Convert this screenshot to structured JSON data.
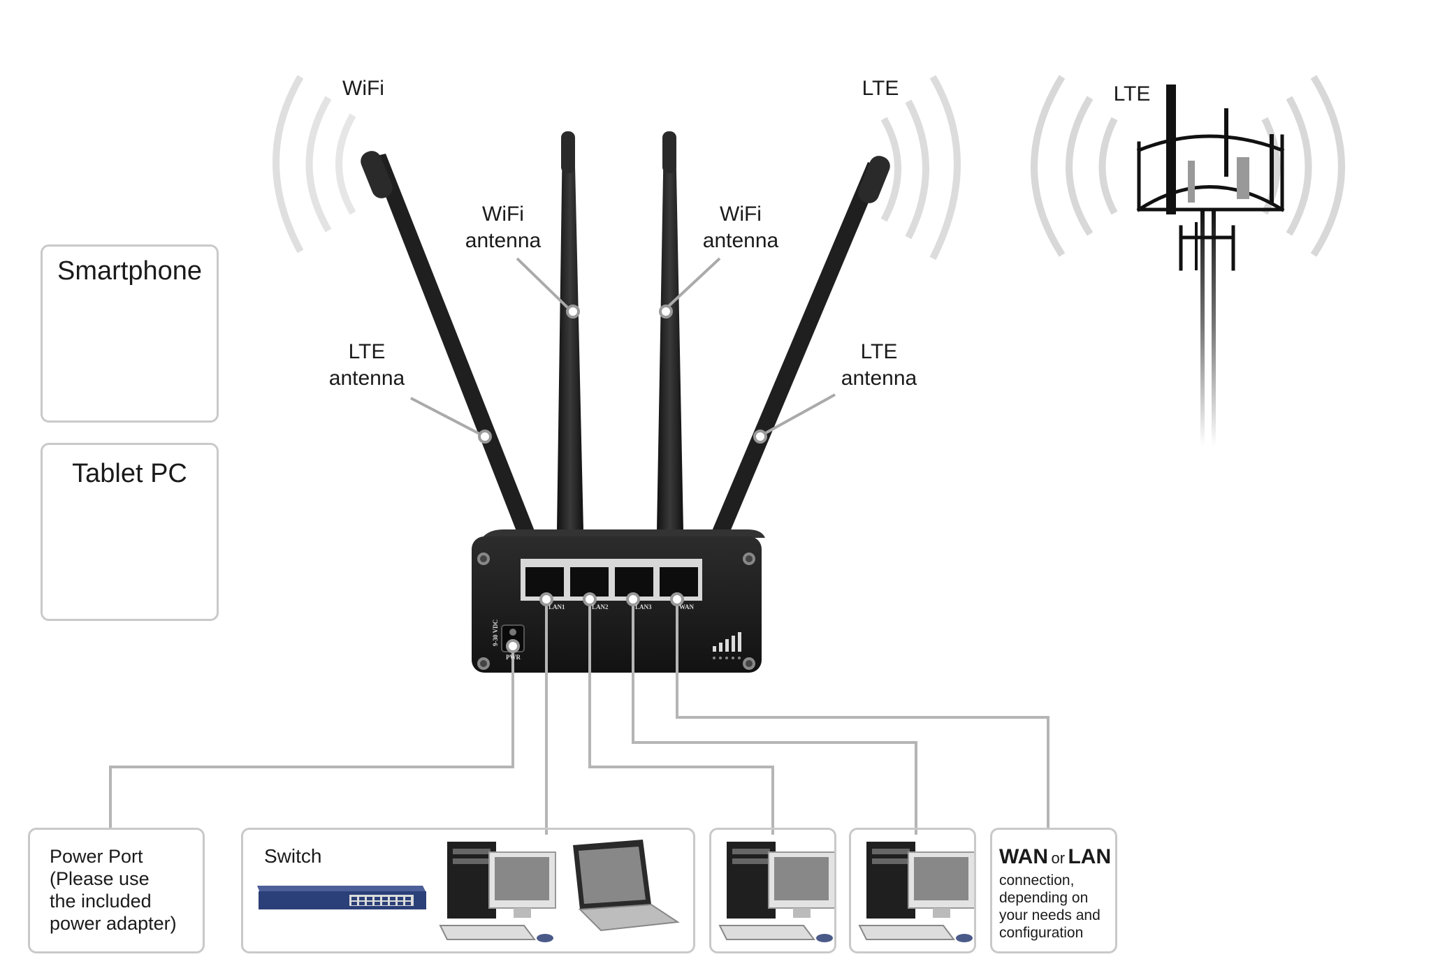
{
  "labels": {
    "wifi_signal": "WiFi",
    "lte_signal": "LTE",
    "tower_lte": "LTE",
    "wifi_antenna_left": [
      "WiFi",
      "antenna"
    ],
    "wifi_antenna_right": [
      "WiFi",
      "antenna"
    ],
    "lte_antenna_left": [
      "LTE",
      "antenna"
    ],
    "lte_antenna_right": [
      "LTE",
      "antenna"
    ]
  },
  "devices": {
    "smartphone": "Smartphone",
    "tablet": "Tablet PC"
  },
  "router_ports": [
    "LAN1",
    "LAN2",
    "LAN3",
    "WAN"
  ],
  "router_text": {
    "power": "PWR",
    "voltage": "9-30 VDC"
  },
  "bottom": {
    "power_port": [
      "Power Port",
      "(Please use",
      "the included",
      "power adapter)"
    ],
    "switch": "Switch",
    "wan_title_a": "WAN",
    "wan_title_or": "or",
    "wan_title_b": "LAN",
    "wan_desc": [
      "connection,",
      "depending on",
      "your needs and",
      "configuration"
    ]
  },
  "colors": {
    "connector": "#b5b5b5",
    "box_border": "#c9c9c9",
    "router_body": "#1c1c1c",
    "antenna": "#222222",
    "switch_blue": "#2b3f78"
  }
}
